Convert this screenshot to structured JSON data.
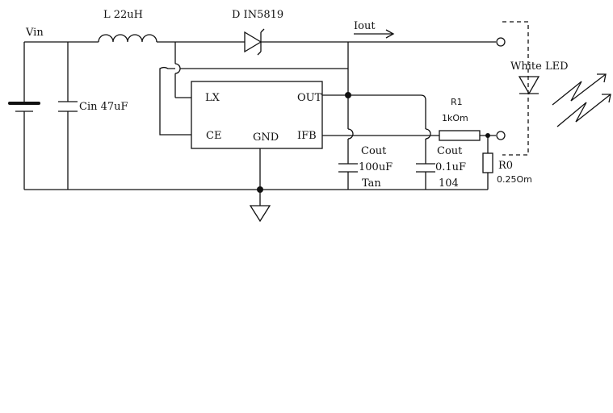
{
  "labels": {
    "vin": "Vin",
    "inductor": "L  22uH",
    "diode": "D IN5819",
    "iout": "Iout",
    "white_led": "White LED",
    "cin": "Cin 47uF",
    "lx": "LX",
    "ce": "CE",
    "gnd": "GND",
    "out": "OUT",
    "ifb": "IFB",
    "r1_name": "R1",
    "r1_value": "1kOm",
    "cout1_name": "Cout",
    "cout1_value": "100uF",
    "cout1_type": "Tan",
    "cout2_name": "Cout",
    "cout2_value": "0.1uF",
    "cout2_code": "104",
    "r0_name": "R0",
    "r0_value": "0.25Om"
  }
}
